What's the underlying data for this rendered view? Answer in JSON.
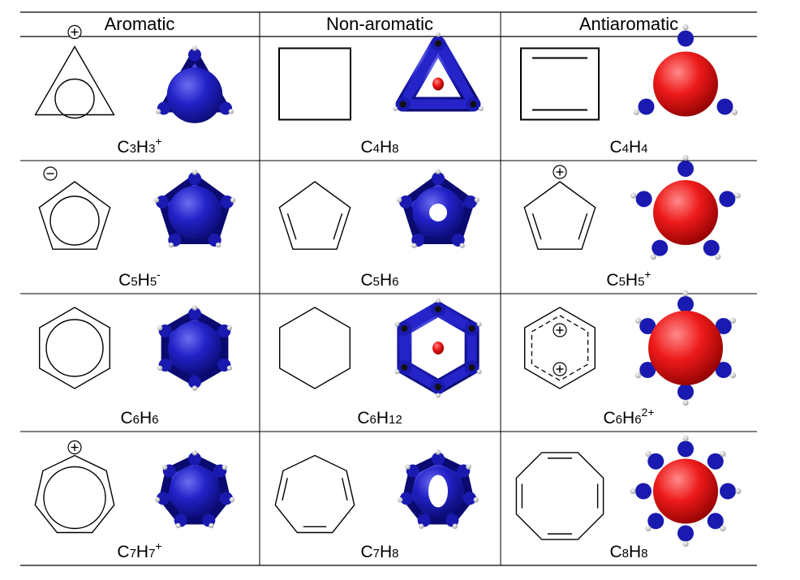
{
  "columns": [
    {
      "key": "aromatic",
      "header": "Aromatic"
    },
    {
      "key": "nonaromatic",
      "header": "Non-aromatic"
    },
    {
      "key": "antiaromatic",
      "header": "Antiaromatic"
    }
  ],
  "rows": [
    {
      "ring": 3,
      "cells": [
        {
          "formula": [
            [
              "C",
              ""
            ],
            [
              "3",
              "sub"
            ],
            [
              "H",
              ""
            ],
            [
              "3",
              "sub"
            ],
            [
              "+",
              "sup"
            ]
          ],
          "structure": "cyclopropenyl-cation",
          "orbital": "blue"
        },
        {
          "formula": [
            [
              "C",
              ""
            ],
            [
              "4",
              "sub"
            ],
            [
              "H",
              ""
            ],
            [
              "8",
              "sub"
            ]
          ],
          "structure": "cyclobutane",
          "orbital": "blue-red-small"
        },
        {
          "formula": [
            [
              "C",
              ""
            ],
            [
              "4",
              "sub"
            ],
            [
              "H",
              ""
            ],
            [
              "4",
              "sub"
            ]
          ],
          "structure": "cyclobutadiene",
          "orbital": "red"
        }
      ]
    },
    {
      "ring": 5,
      "cells": [
        {
          "formula": [
            [
              "C",
              ""
            ],
            [
              "5",
              "sub"
            ],
            [
              "H",
              ""
            ],
            [
              "5",
              "sub"
            ],
            [
              "-",
              "sup"
            ]
          ],
          "structure": "cyclopentadienyl-anion",
          "orbital": "blue"
        },
        {
          "formula": [
            [
              "C",
              ""
            ],
            [
              "5",
              "sub"
            ],
            [
              "H",
              ""
            ],
            [
              "6",
              "sub"
            ]
          ],
          "structure": "cyclopentadiene",
          "orbital": "blue-hole"
        },
        {
          "formula": [
            [
              "C",
              ""
            ],
            [
              "5",
              "sub"
            ],
            [
              "H",
              ""
            ],
            [
              "5",
              "sub"
            ],
            [
              "+",
              "sup"
            ]
          ],
          "structure": "cyclopentadienyl-cation",
          "orbital": "red"
        }
      ]
    },
    {
      "ring": 6,
      "cells": [
        {
          "formula": [
            [
              "C",
              ""
            ],
            [
              "6",
              "sub"
            ],
            [
              "H",
              ""
            ],
            [
              "6",
              "sub"
            ]
          ],
          "structure": "benzene",
          "orbital": "blue"
        },
        {
          "formula": [
            [
              "C",
              ""
            ],
            [
              "6",
              "sub"
            ],
            [
              "H",
              ""
            ],
            [
              "12",
              "sub"
            ]
          ],
          "structure": "cyclohexane",
          "orbital": "blue-red-small"
        },
        {
          "formula": [
            [
              "C",
              ""
            ],
            [
              "6",
              "sub"
            ],
            [
              "H",
              ""
            ],
            [
              "6",
              "sub"
            ],
            [
              "2+",
              "sup"
            ]
          ],
          "structure": "benzene-dication",
          "orbital": "red"
        }
      ]
    },
    {
      "ring": 7,
      "cells": [
        {
          "formula": [
            [
              "C",
              ""
            ],
            [
              "7",
              "sub"
            ],
            [
              "H",
              ""
            ],
            [
              "7",
              "sub"
            ],
            [
              "+",
              "sup"
            ]
          ],
          "structure": "tropylium-cation",
          "orbital": "blue"
        },
        {
          "formula": [
            [
              "C",
              ""
            ],
            [
              "7",
              "sub"
            ],
            [
              "H",
              ""
            ],
            [
              "8",
              "sub"
            ]
          ],
          "structure": "cycloheptatriene",
          "orbital": "blue-hole"
        },
        {
          "formula": [
            [
              "C",
              ""
            ],
            [
              "8",
              "sub"
            ],
            [
              "H",
              ""
            ],
            [
              "8",
              "sub"
            ]
          ],
          "structure": "cyclooctatetraene",
          "orbital": "red"
        }
      ]
    }
  ],
  "colors": {
    "blue": "#1a1ab4",
    "red": "#e01010",
    "line": "#000000"
  }
}
